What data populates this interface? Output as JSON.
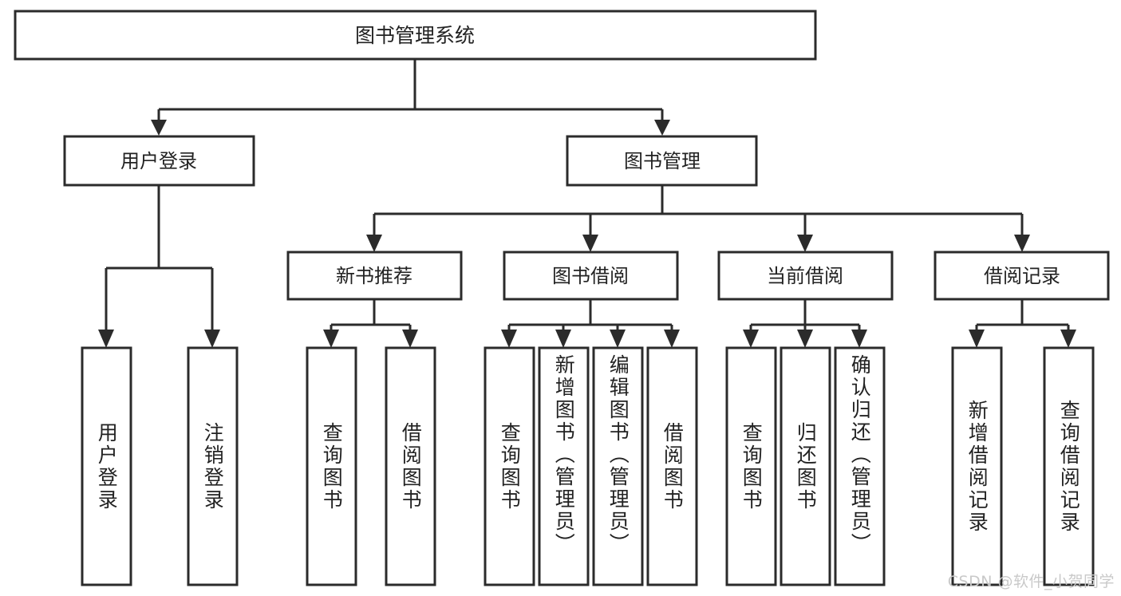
{
  "diagram": {
    "type": "tree",
    "orientation": "top-down",
    "root": {
      "label": "图书管理系统"
    },
    "level2": [
      {
        "label": "用户登录"
      },
      {
        "label": "图书管理"
      }
    ],
    "level3": [
      {
        "label": "新书推荐"
      },
      {
        "label": "图书借阅"
      },
      {
        "label": "当前借阅"
      },
      {
        "label": "借阅记录"
      }
    ],
    "leaves": {
      "user_login": [
        {
          "label": "用户登录"
        },
        {
          "label": "注销登录"
        }
      ],
      "new_book_recommend": [
        {
          "label": "查询图书"
        },
        {
          "label": "借阅图书"
        }
      ],
      "book_borrow": [
        {
          "label": "查询图书"
        },
        {
          "label": "新增图书（管理员）"
        },
        {
          "label": "编辑图书（管理员）"
        },
        {
          "label": "借阅图书"
        }
      ],
      "current_borrow": [
        {
          "label": "查询图书"
        },
        {
          "label": "归还图书"
        },
        {
          "label": "确认归还（管理员）"
        }
      ],
      "borrow_record": [
        {
          "label": "新增借阅记录"
        },
        {
          "label": "查询借阅记录"
        }
      ]
    }
  },
  "colors": {
    "stroke": "#2b2b2b",
    "box_fill": "#ffffff",
    "text": "#222222",
    "background": "#ffffff",
    "watermark": "#c9c9c9"
  },
  "watermark": {
    "text": "CSDN @软件_小贺同学"
  }
}
